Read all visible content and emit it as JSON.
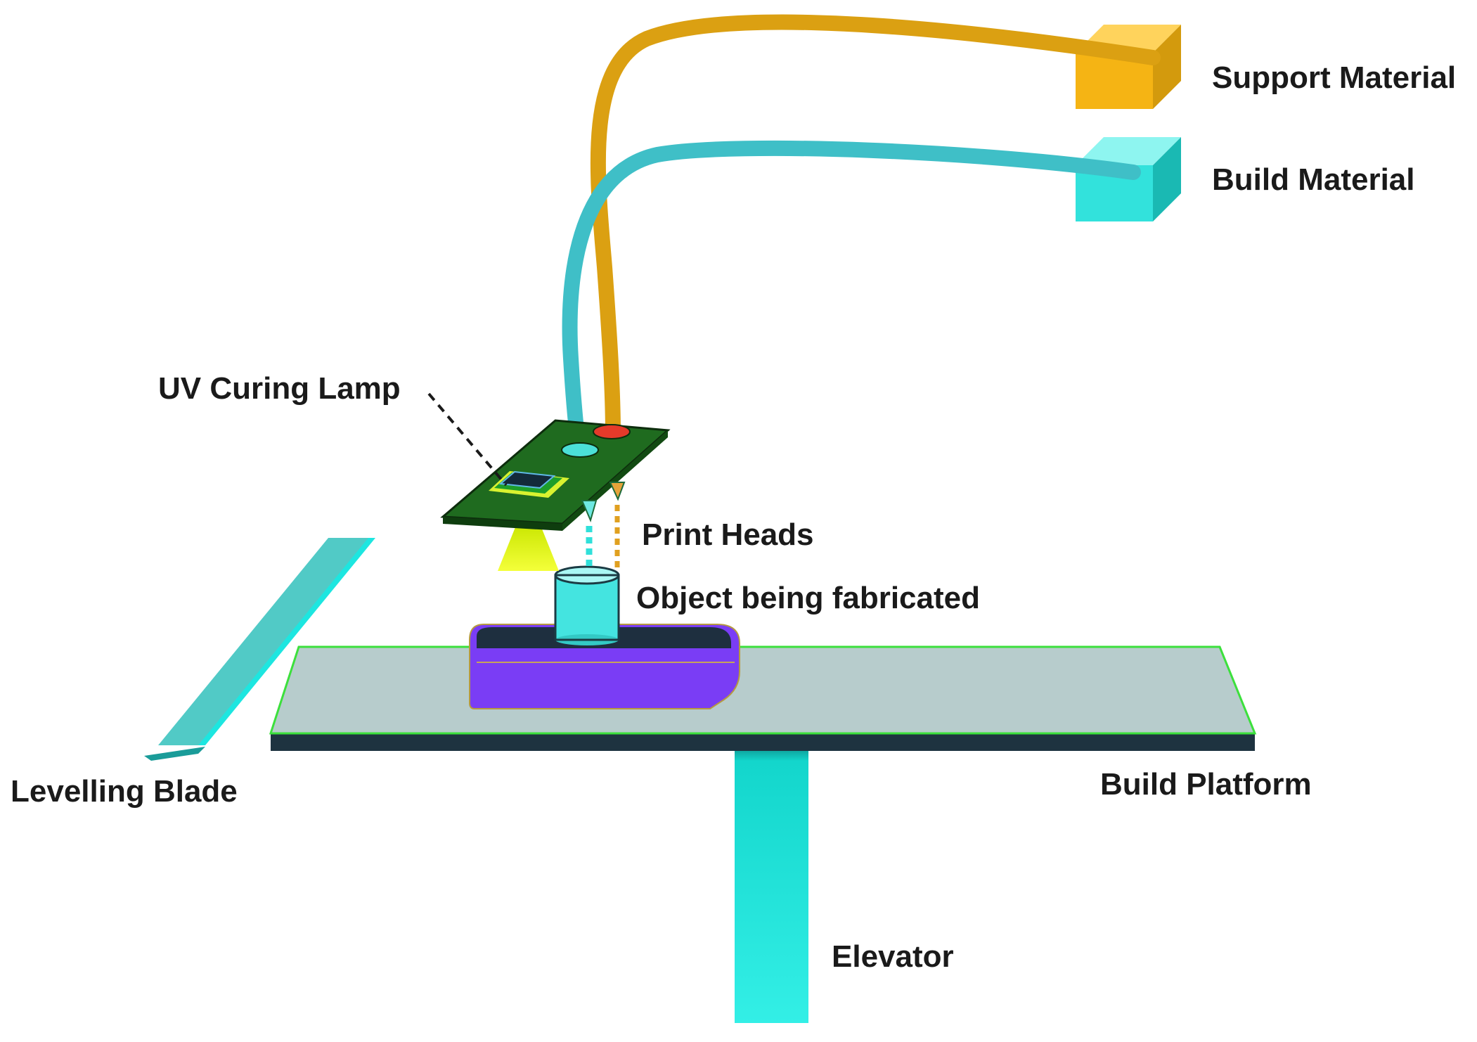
{
  "labels": {
    "support_material": "Support Material",
    "build_material": "Build Material",
    "uv_curing_lamp": "UV Curing Lamp",
    "print_heads": "Print Heads",
    "object_being_fabricated": "Object being fabricated",
    "levelling_blade": "Levelling Blade",
    "build_platform": "Build Platform",
    "elevator": "Elevator"
  },
  "colors": {
    "support_material": "#f2b311",
    "support_tube": "#dba012",
    "build_material": "#2fe3dc",
    "build_tube": "#3fbfc7",
    "print_head_board": "#1f6b1f",
    "uv_light": "#e6ff1a",
    "object": "#44e4e0",
    "object_base": "#7a3df5",
    "platform_top": "#b7cccc",
    "platform_edge": "#3aa63a",
    "elevator": "#15e4da",
    "blade": "#36d6d2"
  }
}
